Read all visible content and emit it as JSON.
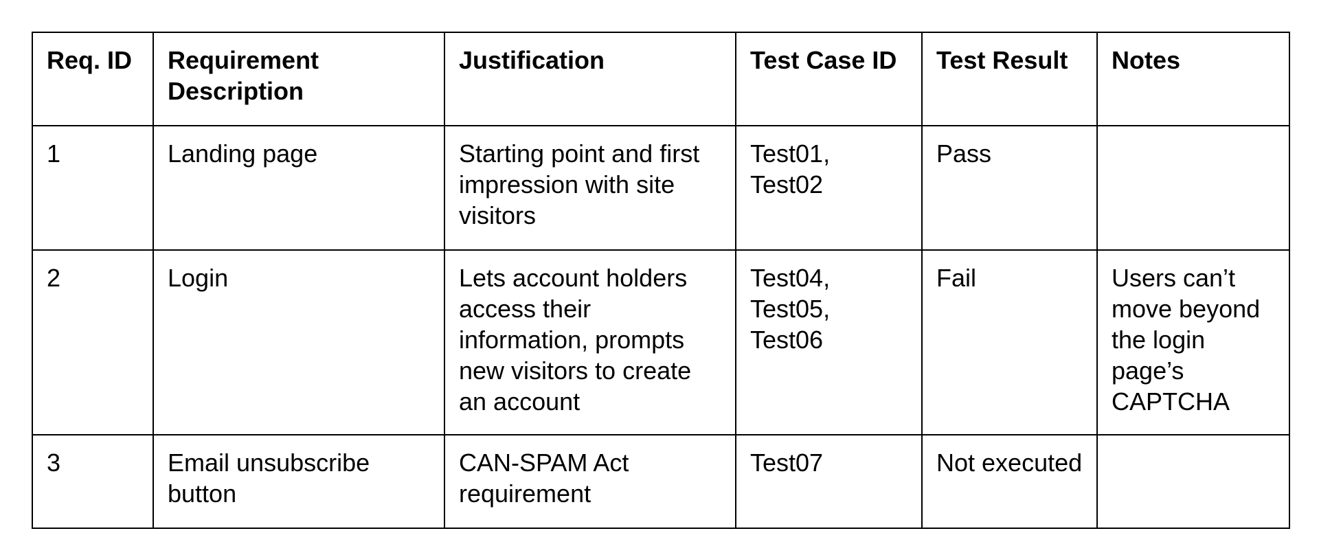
{
  "table": {
    "headers": [
      "Req. ID",
      "Requirement Description",
      "Justification",
      "Test Case ID",
      "Test Result",
      "Notes"
    ],
    "rows": [
      {
        "req_id": "1",
        "description": "Landing page",
        "justification": "Starting point and first impression with site visitors",
        "test_case_id": "Test01, Test02",
        "test_result": "Pass",
        "notes": ""
      },
      {
        "req_id": "2",
        "description": "Login",
        "justification": "Lets account holders access their information, prompts new visitors to create an account",
        "test_case_id": "Test04, Test05, Test06",
        "test_result": "Fail",
        "notes": "Users can’t move beyond the login page’s CAPTCHA"
      },
      {
        "req_id": "3",
        "description": "Email unsubscribe button",
        "justification": "CAN-SPAM Act requirement",
        "test_case_id": "Test07",
        "test_result": "Not executed",
        "notes": ""
      }
    ]
  }
}
